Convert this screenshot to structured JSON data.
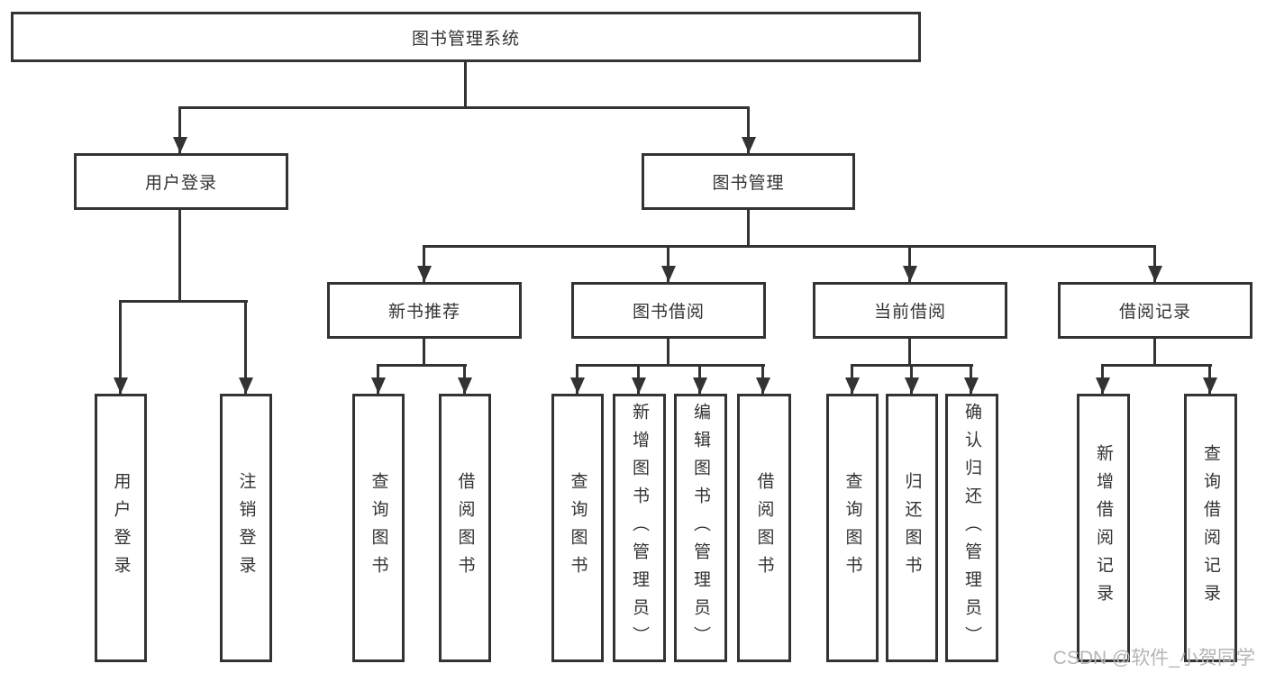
{
  "diagram": {
    "type": "hierarchy-chart",
    "line_color": "#333333",
    "box_background": "#ffffff",
    "text_color": "#333333",
    "tree": {
      "label": "图书管理系统",
      "children": [
        {
          "label": "用户登录",
          "children": [
            {
              "label": "用户登录"
            },
            {
              "label": "注销登录"
            }
          ]
        },
        {
          "label": "图书管理",
          "children": [
            {
              "label": "新书推荐",
              "children": [
                {
                  "label": "查询图书"
                },
                {
                  "label": "借阅图书"
                }
              ]
            },
            {
              "label": "图书借阅",
              "children": [
                {
                  "label": "查询图书"
                },
                {
                  "label": "新增图书（管理员）"
                },
                {
                  "label": "编辑图书（管理员）"
                },
                {
                  "label": "借阅图书"
                }
              ]
            },
            {
              "label": "当前借阅",
              "children": [
                {
                  "label": "查询图书"
                },
                {
                  "label": "归还图书"
                },
                {
                  "label": "确认归还（管理员）"
                }
              ]
            },
            {
              "label": "借阅记录",
              "children": [
                {
                  "label": "新增借阅记录"
                },
                {
                  "label": "查询借阅记录"
                }
              ]
            }
          ]
        }
      ]
    }
  },
  "watermark": {
    "text": "CSDN @软件_小贺同学",
    "color": "#b5b5b5"
  }
}
